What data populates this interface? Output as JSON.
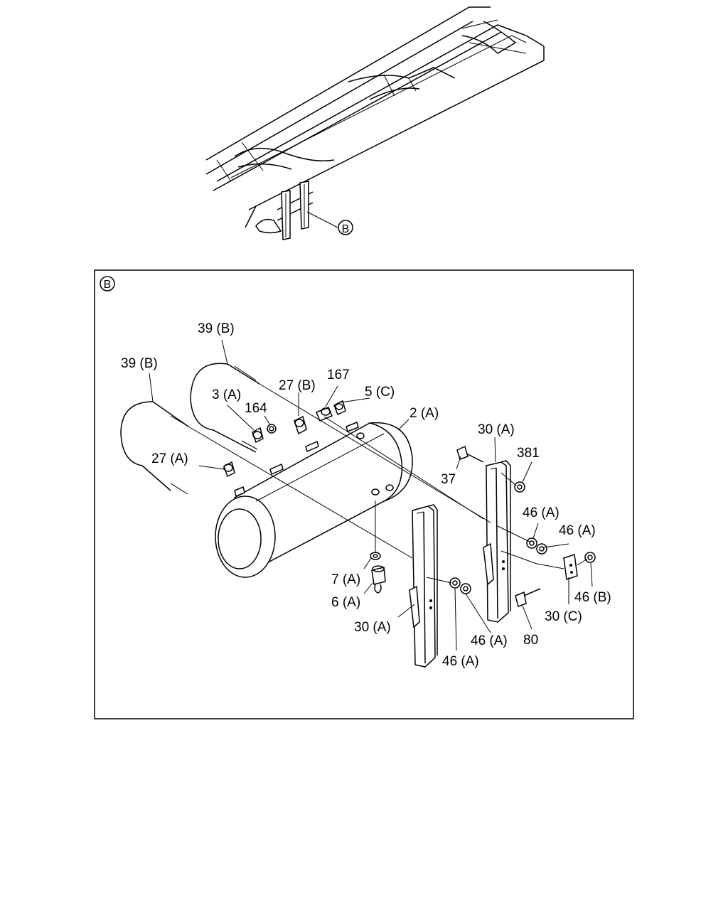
{
  "overview": {
    "callout": "B"
  },
  "detail": {
    "marker": "B",
    "labels": {
      "p39b_top": "39 (B)",
      "p39b_left": "39 (B)",
      "p3a": "3 (A)",
      "p164": "164",
      "p27b": "27 (B)",
      "p167": "167",
      "p5c": "5 (C)",
      "p2a": "2 (A)",
      "p27a": "27 (A)",
      "p30a_top": "30 (A)",
      "p381": "381",
      "p37": "37",
      "p46a_1": "46 (A)",
      "p46a_2": "46 (A)",
      "p46b": "46 (B)",
      "p30c": "30 (C)",
      "p80": "80",
      "p46a_3": "46 (A)",
      "p46a_4": "46 (A)",
      "p30a_bottom": "30 (A)",
      "p7a": "7 (A)",
      "p6a": "6 (A)"
    }
  }
}
